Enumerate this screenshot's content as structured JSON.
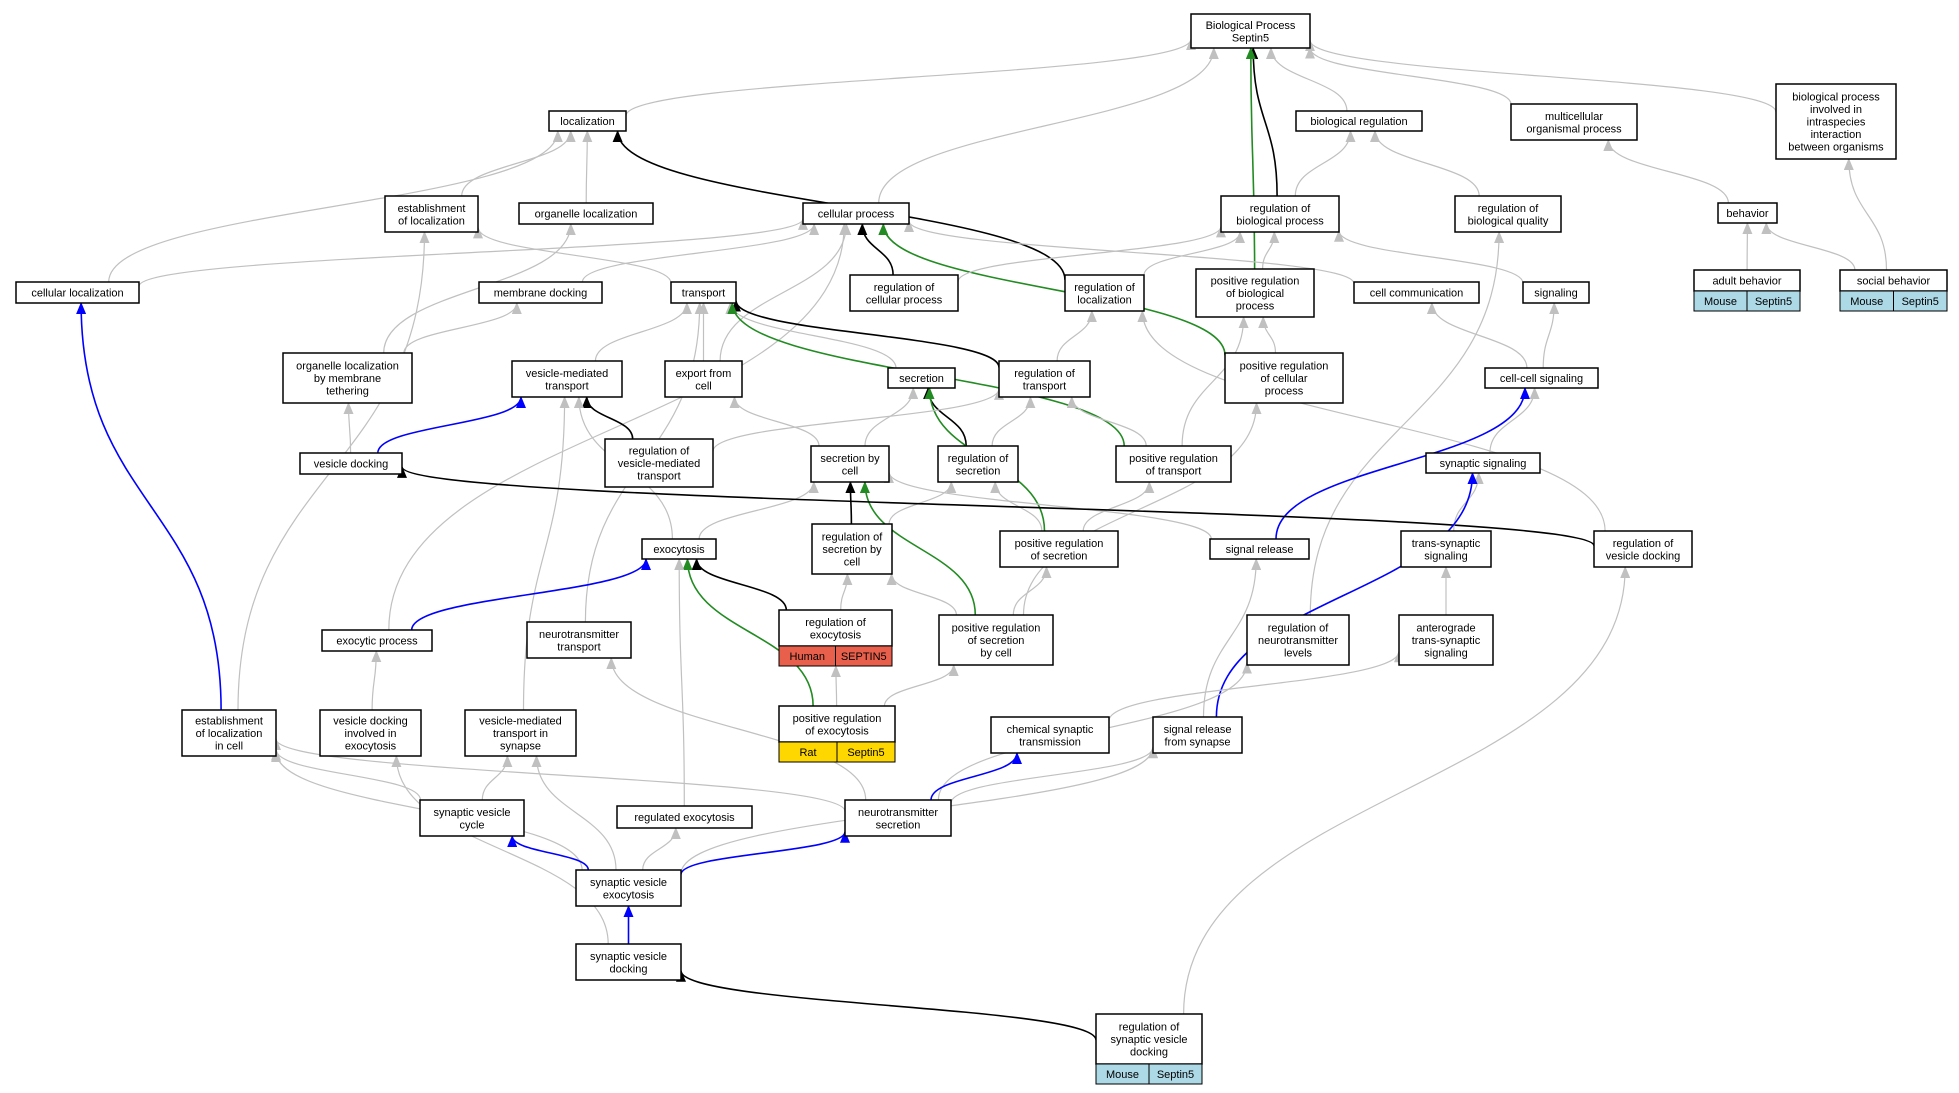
{
  "colors": {
    "default_edge": "#c0c0c0",
    "black_edge": "#000000",
    "green_edge": "#228b22",
    "blue_edge": "#0000ff",
    "mouse_tag": "#add8e6",
    "human_tag": "#e8604c",
    "rat_tag": "#ffd700"
  },
  "nodes": {
    "bp_septin5": {
      "lines": [
        "Biological Process",
        "Septin5"
      ]
    },
    "localization": {
      "lines": [
        "localization"
      ]
    },
    "biological_regulation": {
      "lines": [
        "biological regulation"
      ]
    },
    "multicellular": {
      "lines": [
        "multicellular",
        "organismal process"
      ]
    },
    "intraspecies": {
      "lines": [
        "biological process",
        "involved in",
        "intraspecies",
        "interaction",
        "between organisms"
      ]
    },
    "establishment_loc": {
      "lines": [
        "establishment",
        "of localization"
      ]
    },
    "organelle_loc": {
      "lines": [
        "organelle localization"
      ]
    },
    "cellular_process": {
      "lines": [
        "cellular process"
      ]
    },
    "reg_bio_process": {
      "lines": [
        "regulation of",
        "biological process"
      ]
    },
    "reg_bio_quality": {
      "lines": [
        "regulation of",
        "biological quality"
      ]
    },
    "behavior": {
      "lines": [
        "behavior"
      ]
    },
    "cellular_localization": {
      "lines": [
        "cellular localization"
      ]
    },
    "membrane_docking": {
      "lines": [
        "membrane docking"
      ]
    },
    "transport": {
      "lines": [
        "transport"
      ]
    },
    "reg_cellular_process": {
      "lines": [
        "regulation of",
        "cellular process"
      ]
    },
    "reg_localization": {
      "lines": [
        "regulation of",
        "localization"
      ]
    },
    "pos_reg_bio_process": {
      "lines": [
        "positive regulation",
        "of biological",
        "process"
      ]
    },
    "cell_communication": {
      "lines": [
        "cell communication"
      ]
    },
    "signaling": {
      "lines": [
        "signaling"
      ]
    },
    "adult_behavior": {
      "lines": [
        "adult behavior"
      ],
      "tag": {
        "species": "Mouse",
        "gene": "Septin5",
        "color": "#add8e6"
      }
    },
    "social_behavior": {
      "lines": [
        "social behavior"
      ],
      "tag": {
        "species": "Mouse",
        "gene": "Septin5",
        "color": "#add8e6"
      }
    },
    "organelle_loc_membrane": {
      "lines": [
        "organelle localization",
        "by membrane",
        "tethering"
      ]
    },
    "vesicle_mediated_transport": {
      "lines": [
        "vesicle-mediated",
        "transport"
      ]
    },
    "export_from_cell": {
      "lines": [
        "export from",
        "cell"
      ]
    },
    "secretion": {
      "lines": [
        "secretion"
      ]
    },
    "reg_transport": {
      "lines": [
        "regulation of",
        "transport"
      ]
    },
    "pos_reg_cellular_process": {
      "lines": [
        "positive regulation",
        "of cellular",
        "process"
      ]
    },
    "cell_cell_signaling": {
      "lines": [
        "cell-cell signaling"
      ]
    },
    "vesicle_docking": {
      "lines": [
        "vesicle docking"
      ]
    },
    "reg_vesicle_mediated": {
      "lines": [
        "regulation of",
        "vesicle-mediated",
        "transport"
      ]
    },
    "secretion_by_cell": {
      "lines": [
        "secretion by",
        "cell"
      ]
    },
    "reg_secretion": {
      "lines": [
        "regulation of",
        "secretion"
      ]
    },
    "pos_reg_transport": {
      "lines": [
        "positive regulation",
        "of transport"
      ]
    },
    "synaptic_signaling": {
      "lines": [
        "synaptic signaling"
      ]
    },
    "exocytosis": {
      "lines": [
        "exocytosis"
      ]
    },
    "reg_secretion_by_cell": {
      "lines": [
        "regulation of",
        "secretion by",
        "cell"
      ]
    },
    "pos_reg_secretion": {
      "lines": [
        "positive regulation",
        "of secretion"
      ]
    },
    "signal_release": {
      "lines": [
        "signal release"
      ]
    },
    "trans_synaptic": {
      "lines": [
        "trans-synaptic",
        "signaling"
      ]
    },
    "reg_vesicle_docking": {
      "lines": [
        "regulation of",
        "vesicle docking"
      ]
    },
    "exocytic_process": {
      "lines": [
        "exocytic process"
      ]
    },
    "neurotransmitter_transport": {
      "lines": [
        "neurotransmitter",
        "transport"
      ]
    },
    "reg_exocytosis": {
      "lines": [
        "regulation of",
        "exocytosis"
      ],
      "tag": {
        "species": "Human",
        "gene": "SEPTIN5",
        "color": "#e8604c"
      }
    },
    "pos_reg_secretion_by_cell": {
      "lines": [
        "positive regulation",
        "of secretion",
        "by cell"
      ]
    },
    "reg_neurotransmitter_levels": {
      "lines": [
        "regulation of",
        "neurotransmitter",
        "levels"
      ]
    },
    "anterograde": {
      "lines": [
        "anterograde",
        "trans-synaptic",
        "signaling"
      ]
    },
    "establishment_loc_cell": {
      "lines": [
        "establishment",
        "of localization",
        "in cell"
      ]
    },
    "vesicle_docking_exocytosis": {
      "lines": [
        "vesicle docking",
        "involved in",
        "exocytosis"
      ]
    },
    "vesicle_transport_synapse": {
      "lines": [
        "vesicle-mediated",
        "transport in",
        "synapse"
      ]
    },
    "pos_reg_exocytosis": {
      "lines": [
        "positive regulation",
        "of exocytosis"
      ],
      "tag": {
        "species": "Rat",
        "gene": "Septin5",
        "color": "#ffd700"
      }
    },
    "chemical_synaptic": {
      "lines": [
        "chemical synaptic",
        "transmission"
      ]
    },
    "signal_release_synapse": {
      "lines": [
        "signal release",
        "from synapse"
      ]
    },
    "synaptic_vesicle_cycle": {
      "lines": [
        "synaptic vesicle",
        "cycle"
      ]
    },
    "regulated_exocytosis": {
      "lines": [
        "regulated exocytosis"
      ]
    },
    "neurotransmitter_secretion": {
      "lines": [
        "neurotransmitter",
        "secretion"
      ]
    },
    "synaptic_vesicle_exocytosis": {
      "lines": [
        "synaptic vesicle",
        "exocytosis"
      ]
    },
    "synaptic_vesicle_docking": {
      "lines": [
        "synaptic vesicle",
        "docking"
      ]
    },
    "reg_synaptic_vesicle_docking": {
      "lines": [
        "regulation of",
        "synaptic vesicle",
        "docking"
      ],
      "tag": {
        "species": "Mouse",
        "gene": "Septin5",
        "color": "#add8e6"
      }
    }
  },
  "edges": [
    [
      "localization",
      "bp_septin5",
      "gray"
    ],
    [
      "cellular_process",
      "bp_septin5",
      "gray"
    ],
    [
      "reg_bio_process",
      "bp_septin5",
      "black"
    ],
    [
      "pos_reg_bio_process",
      "bp_septin5",
      "green"
    ],
    [
      "biological_regulation",
      "bp_septin5",
      "gray"
    ],
    [
      "multicellular",
      "bp_septin5",
      "gray"
    ],
    [
      "intraspecies",
      "bp_septin5",
      "gray"
    ],
    [
      "establishment_loc",
      "localization",
      "gray"
    ],
    [
      "organelle_loc",
      "localization",
      "gray"
    ],
    [
      "cellular_localization",
      "localization",
      "gray"
    ],
    [
      "reg_localization",
      "localization",
      "black"
    ],
    [
      "reg_bio_process",
      "biological_regulation",
      "gray"
    ],
    [
      "reg_bio_quality",
      "biological_regulation",
      "gray"
    ],
    [
      "behavior",
      "multicellular",
      "gray"
    ],
    [
      "social_behavior",
      "intraspecies",
      "gray"
    ],
    [
      "adult_behavior",
      "behavior",
      "gray"
    ],
    [
      "social_behavior",
      "behavior",
      "gray"
    ],
    [
      "transport",
      "establishment_loc",
      "gray"
    ],
    [
      "establishment_loc_cell",
      "establishment_loc",
      "gray"
    ],
    [
      "organelle_loc_membrane",
      "organelle_loc",
      "gray"
    ],
    [
      "cellular_localization",
      "cellular_process",
      "gray"
    ],
    [
      "membrane_docking",
      "cellular_process",
      "gray"
    ],
    [
      "export_from_cell",
      "cellular_process",
      "gray"
    ],
    [
      "reg_cellular_process",
      "cellular_process",
      "black"
    ],
    [
      "pos_reg_cellular_process",
      "cellular_process",
      "green"
    ],
    [
      "cell_communication",
      "cellular_process",
      "gray"
    ],
    [
      "exocytic_process",
      "cellular_process",
      "gray"
    ],
    [
      "reg_cellular_process",
      "reg_bio_process",
      "gray"
    ],
    [
      "reg_localization",
      "reg_bio_process",
      "gray"
    ],
    [
      "pos_reg_bio_process",
      "reg_bio_process",
      "gray"
    ],
    [
      "signaling",
      "reg_bio_process",
      "gray"
    ],
    [
      "reg_neurotransmitter_levels",
      "reg_bio_quality",
      "gray"
    ],
    [
      "vesicle_mediated_transport",
      "transport",
      "gray"
    ],
    [
      "export_from_cell",
      "transport",
      "gray"
    ],
    [
      "secretion",
      "transport",
      "gray"
    ],
    [
      "reg_transport",
      "transport",
      "black"
    ],
    [
      "pos_reg_transport",
      "transport",
      "green"
    ],
    [
      "neurotransmitter_transport",
      "transport",
      "gray"
    ],
    [
      "pos_reg_cellular_process",
      "pos_reg_bio_process",
      "gray"
    ],
    [
      "pos_reg_transport",
      "pos_reg_bio_process",
      "gray"
    ],
    [
      "cell_cell_signaling",
      "cell_communication",
      "gray"
    ],
    [
      "cell_cell_signaling",
      "signaling",
      "gray"
    ],
    [
      "organelle_loc_membrane",
      "membrane_docking",
      "gray"
    ],
    [
      "vesicle_docking",
      "organelle_loc_membrane",
      "gray"
    ],
    [
      "vesicle_docking",
      "vesicle_mediated_transport",
      "blue"
    ],
    [
      "reg_vesicle_mediated",
      "vesicle_mediated_transport",
      "black"
    ],
    [
      "exocytosis",
      "vesicle_mediated_transport",
      "gray"
    ],
    [
      "vesicle_transport_synapse",
      "vesicle_mediated_transport",
      "gray"
    ],
    [
      "secretion_by_cell",
      "export_from_cell",
      "gray"
    ],
    [
      "secretion_by_cell",
      "secretion",
      "gray"
    ],
    [
      "reg_secretion",
      "secretion",
      "black"
    ],
    [
      "pos_reg_secretion",
      "secretion",
      "green"
    ],
    [
      "reg_secretion",
      "reg_transport",
      "gray"
    ],
    [
      "pos_reg_transport",
      "reg_transport",
      "gray"
    ],
    [
      "reg_vesicle_mediated",
      "reg_transport",
      "gray"
    ],
    [
      "reg_transport",
      "reg_localization",
      "gray"
    ],
    [
      "reg_vesicle_docking",
      "reg_localization",
      "gray"
    ],
    [
      "pos_reg_secretion_by_cell",
      "pos_reg_cellular_process",
      "gray"
    ],
    [
      "signal_release",
      "cell_cell_signaling",
      "blue"
    ],
    [
      "synaptic_signaling",
      "cell_cell_signaling",
      "gray"
    ],
    [
      "exocytosis",
      "secretion_by_cell",
      "gray"
    ],
    [
      "reg_secretion_by_cell",
      "secretion_by_cell",
      "black"
    ],
    [
      "pos_reg_secretion_by_cell",
      "secretion_by_cell",
      "green"
    ],
    [
      "signal_release",
      "secretion_by_cell",
      "gray"
    ],
    [
      "reg_secretion_by_cell",
      "reg_secretion",
      "gray"
    ],
    [
      "pos_reg_secretion",
      "reg_secretion",
      "gray"
    ],
    [
      "pos_reg_secretion",
      "pos_reg_transport",
      "gray"
    ],
    [
      "reg_vesicle_docking",
      "vesicle_docking",
      "black"
    ],
    [
      "trans_synaptic",
      "synaptic_signaling",
      "gray"
    ],
    [
      "signal_release_synapse",
      "synaptic_signaling",
      "blue"
    ],
    [
      "exocytic_process",
      "exocytosis",
      "blue"
    ],
    [
      "reg_exocytosis",
      "exocytosis",
      "black"
    ],
    [
      "pos_reg_exocytosis",
      "exocytosis",
      "green"
    ],
    [
      "regulated_exocytosis",
      "exocytosis",
      "gray"
    ],
    [
      "reg_exocytosis",
      "reg_secretion_by_cell",
      "gray"
    ],
    [
      "pos_reg_secretion_by_cell",
      "reg_secretion_by_cell",
      "gray"
    ],
    [
      "pos_reg_secretion_by_cell",
      "pos_reg_secretion",
      "gray"
    ],
    [
      "signal_release_synapse",
      "signal_release",
      "gray"
    ],
    [
      "anterograde",
      "trans_synaptic",
      "gray"
    ],
    [
      "vesicle_docking_exocytosis",
      "exocytic_process",
      "gray"
    ],
    [
      "neurotransmitter_secretion",
      "neurotransmitter_transport",
      "gray"
    ],
    [
      "pos_reg_exocytosis",
      "reg_exocytosis",
      "gray"
    ],
    [
      "pos_reg_exocytosis",
      "pos_reg_secretion_by_cell",
      "gray"
    ],
    [
      "neurotransmitter_secretion",
      "reg_neurotransmitter_levels",
      "gray"
    ],
    [
      "chemical_synaptic",
      "anterograde",
      "gray"
    ],
    [
      "establishment_loc_cell",
      "cellular_localization",
      "blue"
    ],
    [
      "synaptic_vesicle_cycle",
      "establishment_loc_cell",
      "gray"
    ],
    [
      "neurotransmitter_secretion",
      "establishment_loc_cell",
      "gray"
    ],
    [
      "synaptic_vesicle_exocytosis",
      "establishment_loc_cell",
      "gray"
    ],
    [
      "synaptic_vesicle_docking",
      "vesicle_docking_exocytosis",
      "gray"
    ],
    [
      "synaptic_vesicle_cycle",
      "vesicle_transport_synapse",
      "gray"
    ],
    [
      "synaptic_vesicle_exocytosis",
      "vesicle_transport_synapse",
      "gray"
    ],
    [
      "neurotransmitter_secretion",
      "chemical_synaptic",
      "blue"
    ],
    [
      "neurotransmitter_secretion",
      "signal_release_synapse",
      "gray"
    ],
    [
      "synaptic_vesicle_exocytosis",
      "signal_release_synapse",
      "gray"
    ],
    [
      "synaptic_vesicle_exocytosis",
      "synaptic_vesicle_cycle",
      "blue"
    ],
    [
      "synaptic_vesicle_exocytosis",
      "regulated_exocytosis",
      "gray"
    ],
    [
      "synaptic_vesicle_exocytosis",
      "neurotransmitter_secretion",
      "blue"
    ],
    [
      "synaptic_vesicle_docking",
      "synaptic_vesicle_exocytosis",
      "blue"
    ],
    [
      "reg_synaptic_vesicle_docking",
      "synaptic_vesicle_docking",
      "black"
    ],
    [
      "reg_synaptic_vesicle_docking",
      "reg_vesicle_docking",
      "gray"
    ]
  ]
}
